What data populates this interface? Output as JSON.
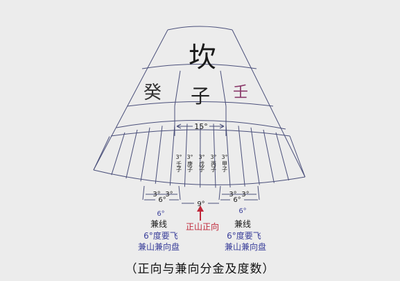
{
  "compass": {
    "trigram": "坎",
    "mountains": {
      "left": "癸",
      "center": "子",
      "right": "壬"
    },
    "span_label": "15°",
    "sub_labels": [
      {
        "deg": "3°",
        "name": "壬子"
      },
      {
        "deg": "3°",
        "name": "庚子"
      },
      {
        "deg": "3°",
        "name": "戊子"
      },
      {
        "deg": "3°",
        "name": "丙子"
      },
      {
        "deg": "3°",
        "name": "甲子"
      }
    ]
  },
  "measures": {
    "left_pair": [
      "3°",
      "3°"
    ],
    "right_pair": [
      "3°",
      "3°"
    ],
    "left_six": "6°",
    "right_six": "6°",
    "center_nine": "9°"
  },
  "annotations": {
    "left_deg": "6°",
    "left_label": "兼线",
    "left_note_1": "6°度要飞",
    "left_note_2": "兼山兼向盘",
    "center_label": "正山正向",
    "right_deg": "6°",
    "right_label": "兼线",
    "right_note_1": "6°度要飞",
    "right_note_2": "兼山兼向盘"
  },
  "caption": "（正向与兼向分金及度数）",
  "colors": {
    "line": "#4a4f7a",
    "note_blue": "#3a3f9a",
    "center_red": "#c0283a",
    "right_mountain": "#8a3a6a"
  }
}
